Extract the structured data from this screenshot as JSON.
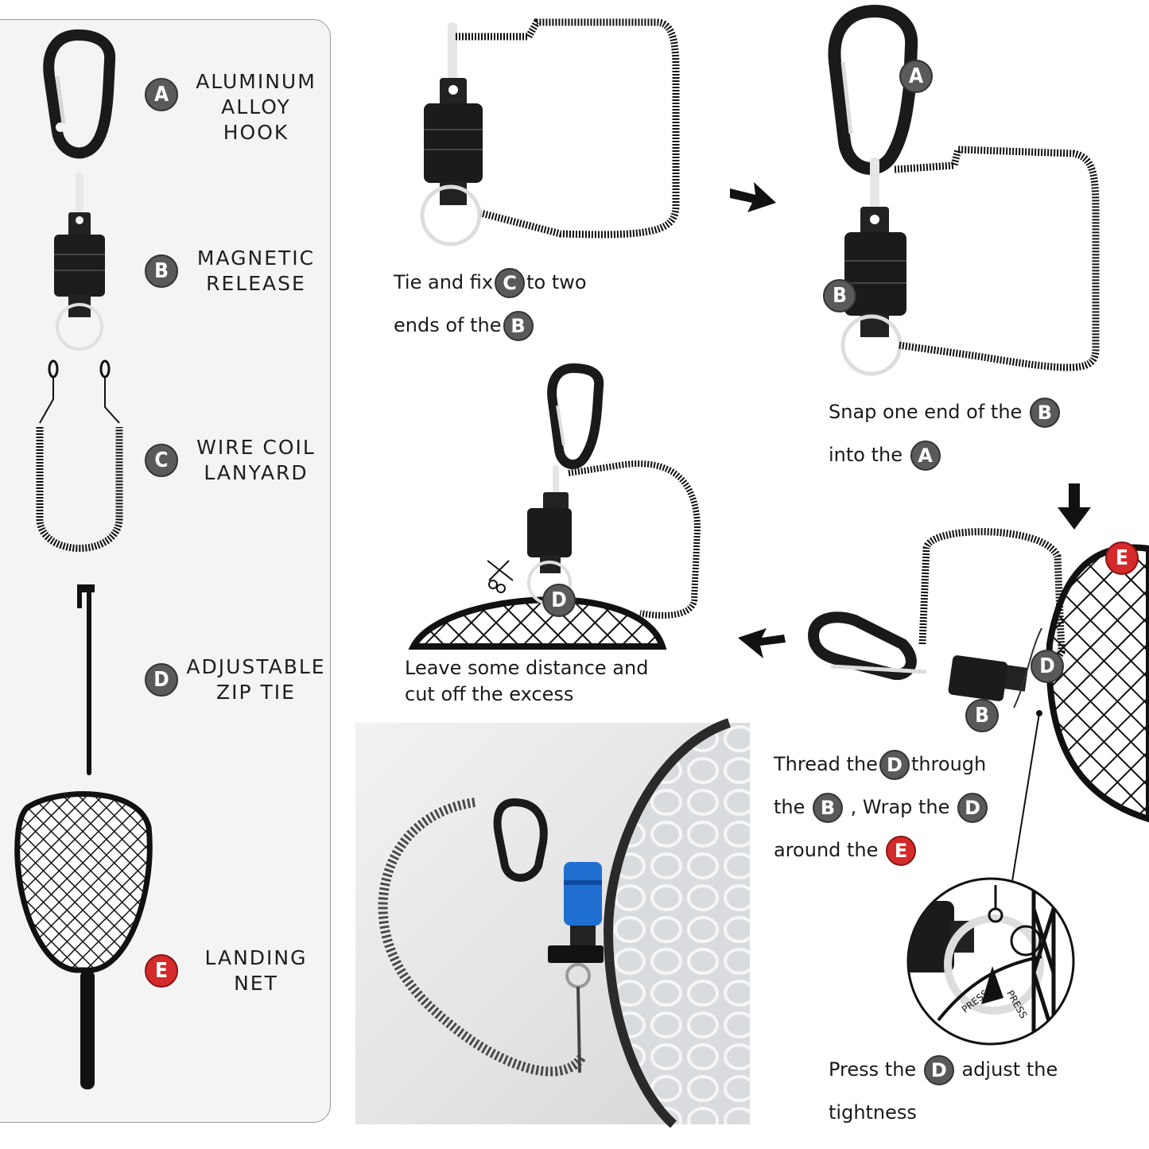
{
  "parts": [
    {
      "badge": "A",
      "label": "ALUMINUM\nALLOY HOOK"
    },
    {
      "badge": "B",
      "label": "MAGNETIC\nRELEASE"
    },
    {
      "badge": "C",
      "label": "WIRE COIL\nLANYARD"
    },
    {
      "badge": "D",
      "label": "ADJUSTABLE\nZIP TIE"
    },
    {
      "badge": "E",
      "label": "LANDING\nNET"
    }
  ],
  "steps": {
    "s1": {
      "t1": "Tie and fix",
      "b1": "C",
      "t2": "to two",
      "t3": "ends of the",
      "b2": "B"
    },
    "s2": {
      "t1": "Snap one end of the",
      "b1": "B",
      "t2": "into the",
      "b2": "A"
    },
    "s3": {
      "t1": "Thread the",
      "b1": "D",
      "t2": "through",
      "t3": "the",
      "b2": "B",
      "t4": ", Wrap the",
      "b3": "D",
      "t5": "around the",
      "b4": "E"
    },
    "s4": {
      "l1": "Leave some distance and",
      "l2": "cut off the excess",
      "b1": "D"
    },
    "s5": {
      "t1": "Press the",
      "b1": "D",
      "t2": "adjust the",
      "t3": "tightness"
    }
  },
  "diagram_badges": {
    "a": "A",
    "b": "B",
    "e": "E",
    "d": "D",
    "b2": "B"
  },
  "press_text": "PRESS",
  "colors": {
    "badge_gray": "#5a5a5a",
    "badge_red": "#d42a2a",
    "panel": "#f4f4f4",
    "accent_blue": "#1f6fd1"
  }
}
